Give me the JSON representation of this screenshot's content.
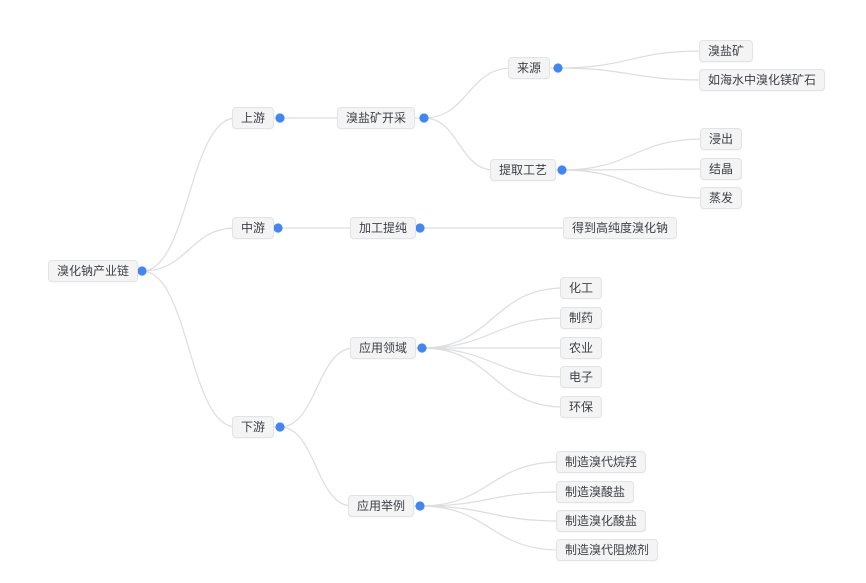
{
  "colors": {
    "canvas_bg": "#ffffff",
    "node_bg": "#f4f4f5",
    "node_border": "#e2e3e5",
    "text": "#3c3f44",
    "line": "#dcdddf",
    "dot": "#4285f4"
  },
  "mindmap": {
    "root": {
      "label": "溴化钠产业链",
      "children": [
        {
          "label": "上游",
          "children": [
            {
              "label": "溴盐矿开采",
              "children": [
                {
                  "label": "来源",
                  "children": [
                    {
                      "label": "溴盐矿"
                    },
                    {
                      "label": "如海水中溴化镁矿石"
                    }
                  ]
                },
                {
                  "label": "提取工艺",
                  "children": [
                    {
                      "label": "浸出"
                    },
                    {
                      "label": "结晶"
                    },
                    {
                      "label": "蒸发"
                    }
                  ]
                }
              ]
            }
          ]
        },
        {
          "label": "中游",
          "children": [
            {
              "label": "加工提纯",
              "children": [
                {
                  "label": "得到高纯度溴化钠"
                }
              ]
            }
          ]
        },
        {
          "label": "下游",
          "children": [
            {
              "label": "应用领域",
              "children": [
                {
                  "label": "化工"
                },
                {
                  "label": "制药"
                },
                {
                  "label": "农业"
                },
                {
                  "label": "电子"
                },
                {
                  "label": "环保"
                }
              ]
            },
            {
              "label": "应用举例",
              "children": [
                {
                  "label": "制造溴代烷羟"
                },
                {
                  "label": "制造溴酸盐"
                },
                {
                  "label": "制造溴化酸盐"
                },
                {
                  "label": "制造溴代阻燃剂"
                }
              ]
            }
          ]
        }
      ]
    }
  }
}
